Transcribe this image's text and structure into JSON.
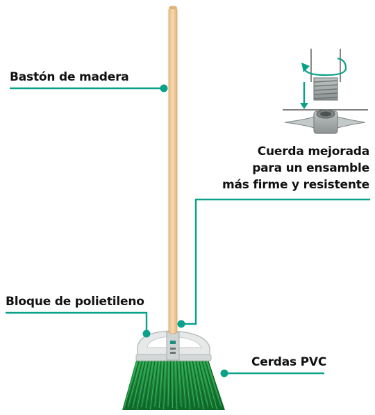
{
  "callouts": {
    "handle": "Bastón de madera",
    "thread_line1": "Cuerda mejorada",
    "thread_line2": "para un ensamble",
    "thread_line3": "más firme y resistente",
    "block": "Bloque de polietileno",
    "bristles": "Cerdas PVC"
  },
  "colors": {
    "callout_line": "#0aa18a",
    "handle_wood": "#f3cfa0",
    "handle_edge": "#d9ad78",
    "block_plastic": "#e4e6e6",
    "bristles": "#1f8a3b",
    "bristles_dark": "#0e5f24",
    "text": "#111111"
  },
  "icons": {
    "rotation": "rotate-arrow-icon",
    "push": "down-arrow-icon"
  }
}
